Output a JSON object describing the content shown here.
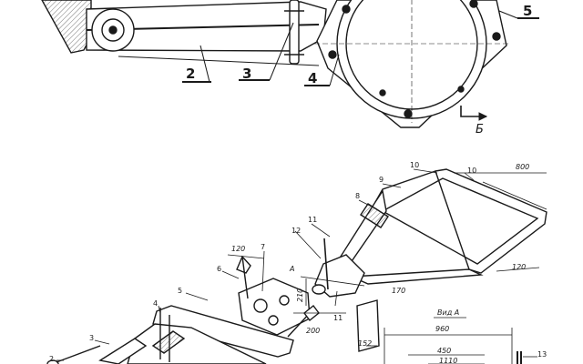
{
  "top_callouts": [
    "2",
    "3",
    "4",
    "5"
  ],
  "view_marker_top": "Б",
  "frame_callouts": [
    "2",
    "3",
    "4",
    "5",
    "6",
    "7",
    "8",
    "9",
    "10",
    "10",
    "11",
    "11",
    "12",
    "13"
  ],
  "frame_dimensions": [
    "800",
    "120",
    "170",
    "210",
    "200",
    "152",
    "120",
    "960",
    "450",
    "1110"
  ],
  "frame_label_a": "А",
  "view_a_title": "Вид А",
  "colors": {
    "ink": "#1a1a1a",
    "hatch": "#444444"
  }
}
